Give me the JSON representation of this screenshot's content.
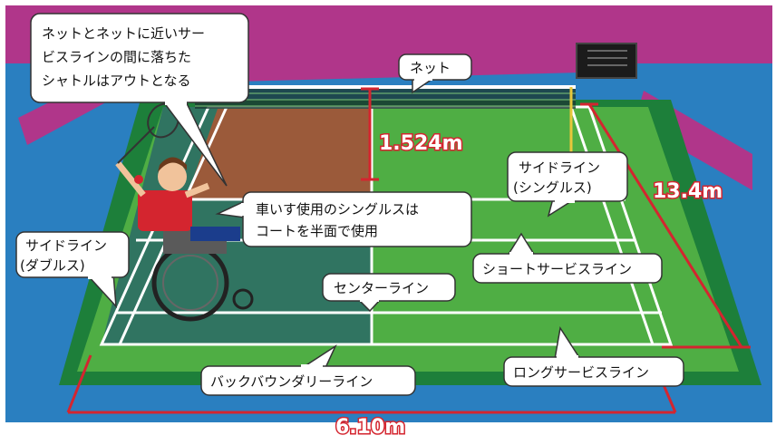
{
  "colors": {
    "arena_bg": "#2a7fc0",
    "arena_floor": "#1f6aa8",
    "banner": "#b0368a",
    "court_dark_green": "#1d7f3a",
    "court_light_green": "#4fae44",
    "used_half": "#2a6a66",
    "brown_area": "#9b5a3a",
    "dimension_red": "#d4252f",
    "line_white": "#ffffff"
  },
  "callouts": {
    "shuttle_out": [
      "ネットとネットに近いサー",
      "ビスラインの間に落ちた",
      "シャトルはアウトとなる"
    ],
    "net": "ネット",
    "half_court": [
      "車いす使用のシングルスは",
      "コートを半面で使用"
    ],
    "side_line_singles": [
      "サイドライン",
      "(シングルス)"
    ],
    "side_line_doubles": [
      "サイドライン",
      "(ダブルス)"
    ],
    "short_service_line": "ショートサービスライン",
    "center_line": "センターライン",
    "long_service_line": "ロングサービスライン",
    "back_boundary_line": "バックバウンダリーライン"
  },
  "dimensions": {
    "net_height": "1.524m",
    "court_length": "13.4m",
    "court_width": "6.10m"
  },
  "icons": {
    "player": "wheelchair-badminton-player-icon",
    "scoreboard": "scoreboard-icon"
  }
}
